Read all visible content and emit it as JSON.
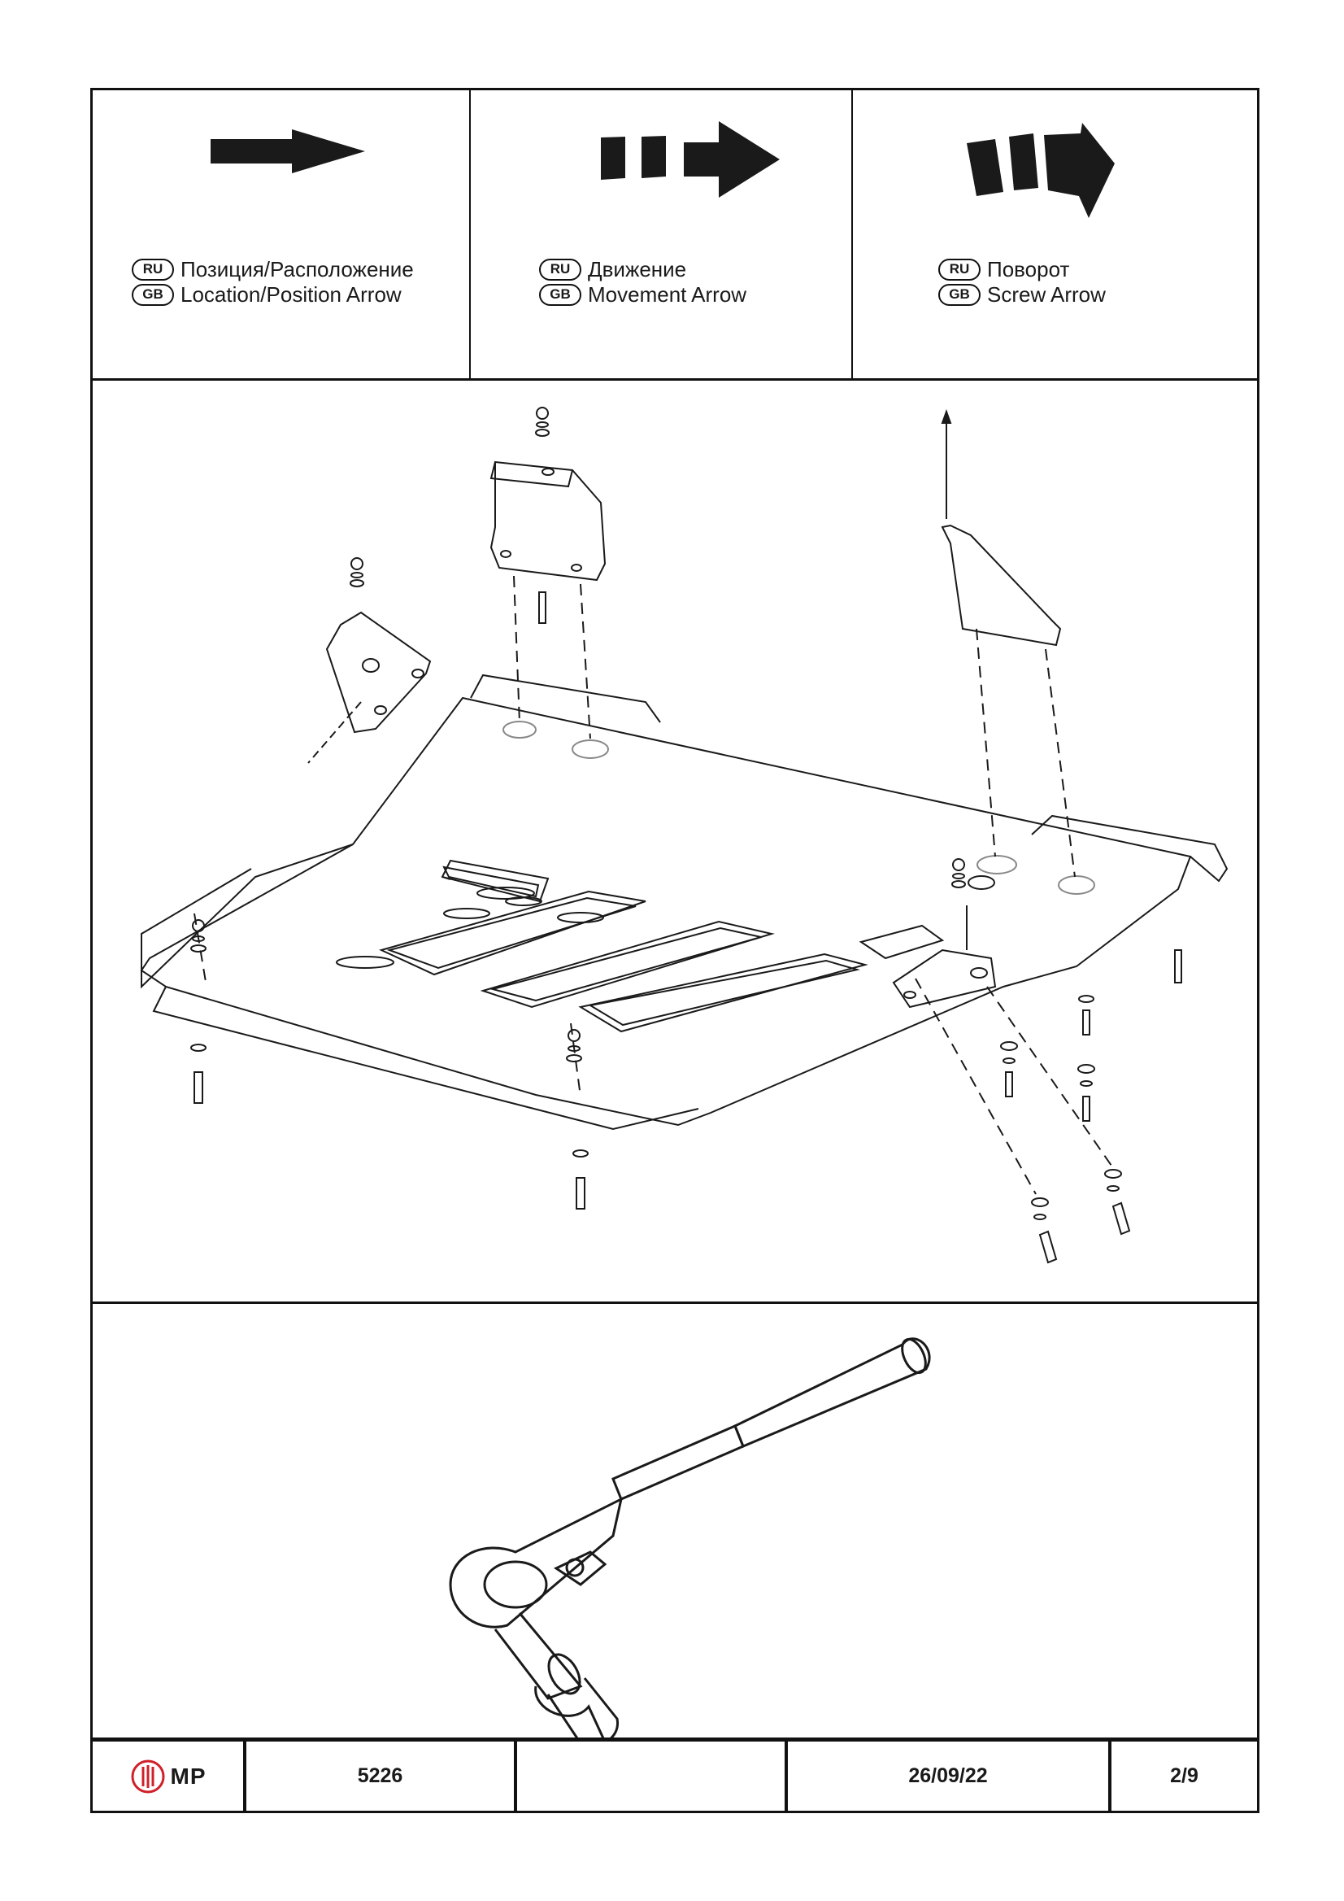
{
  "legend": [
    {
      "ru_code": "RU",
      "gb_code": "GB",
      "ru": "Позиция/Расположение",
      "gb": "Location/Position Arrow",
      "icon": "solid-arrow-icon"
    },
    {
      "ru_code": "RU",
      "gb_code": "GB",
      "ru": "Движение",
      "gb": "Movement Arrow",
      "icon": "dashed-arrow-icon"
    },
    {
      "ru_code": "RU",
      "gb_code": "GB",
      "ru": "Поворот",
      "gb": "Screw Arrow",
      "icon": "curved-arrow-icon"
    }
  ],
  "diagram": {
    "subject": "skid-plate-assembly-exploded-view"
  },
  "tool": {
    "icon": "ratchet-wrench-icon"
  },
  "footer": {
    "logo_text": "MP",
    "brand_color": "#d0202a",
    "part_number": "5226",
    "blank": "",
    "date": "26/09/22",
    "page": "2/9"
  }
}
